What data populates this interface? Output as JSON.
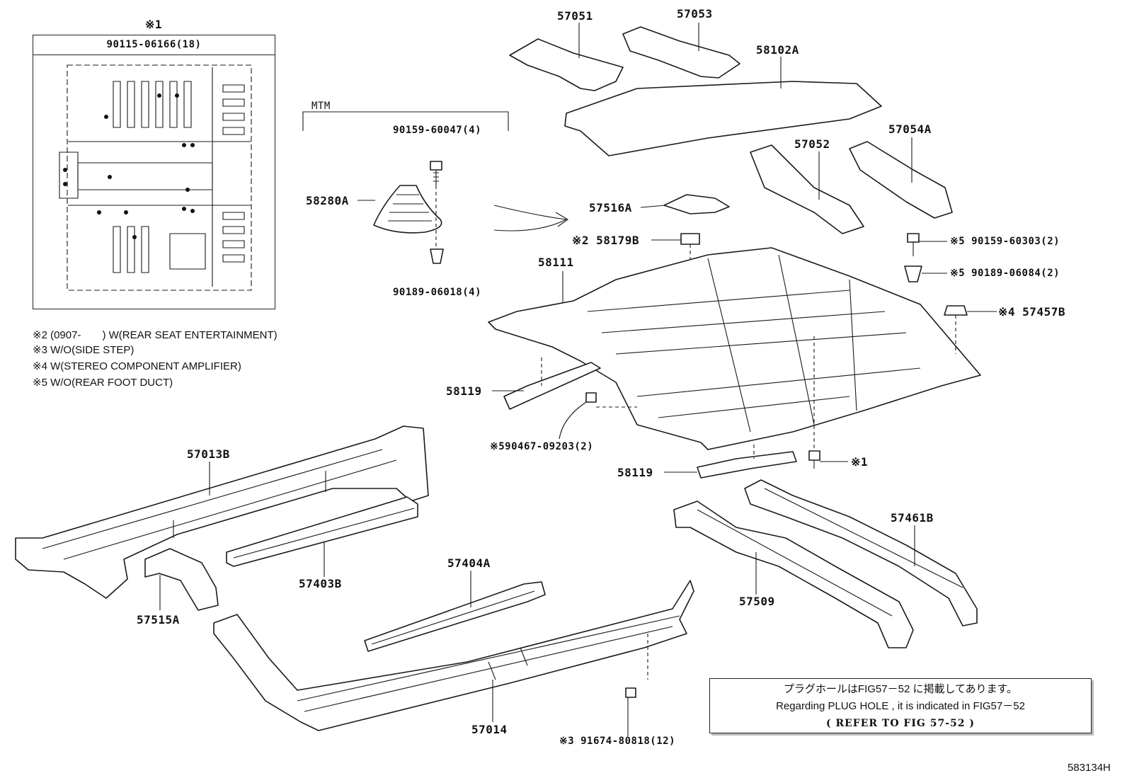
{
  "inset": {
    "marker": "※1",
    "part_no": "90115-06166(18)"
  },
  "notes": [
    "※2 (0907-　　) W(REAR SEAT ENTERTAINMENT)",
    "※3 W/O(SIDE STEP)",
    "※4 W(STEREO COMPONENT AMPLIFIER)",
    "※5 W/O(REAR FOOT DUCT)"
  ],
  "mtm_bracket": "MTM",
  "labels": {
    "p57051": "57051",
    "p57053": "57053",
    "p58102A": "58102A",
    "p57052": "57052",
    "p57054A": "57054A",
    "p90159_60047": "90159-60047(4)",
    "p58280A": "58280A",
    "p90189_06018": "90189-06018(4)",
    "p57516A": "57516A",
    "p58179B": "※2 58179B",
    "p58111": "58111",
    "p90159_60303": "※5 90159-60303(2)",
    "p90189_06084": "※5 90189-06084(2)",
    "p57457B": "※4 57457B",
    "p58119_a": "58119",
    "p90467_09203": "※590467-09203(2)",
    "p58119_b": "58119",
    "p_star1": "※1",
    "p57013B": "57013B",
    "p57403B": "57403B",
    "p57515A": "57515A",
    "p57404A": "57404A",
    "p57461B": "57461B",
    "p57509": "57509",
    "p57014": "57014",
    "p91674_80818": "※3 91674-80818(12)"
  },
  "refer": {
    "line1": "プラグホールはFIG57－52 に掲載してあります。",
    "line2": "Regarding PLUG HOLE , it is indicated in FIG57－52",
    "line3": "( REFER TO FIG 57-52 )"
  },
  "figure_code": "583134H"
}
